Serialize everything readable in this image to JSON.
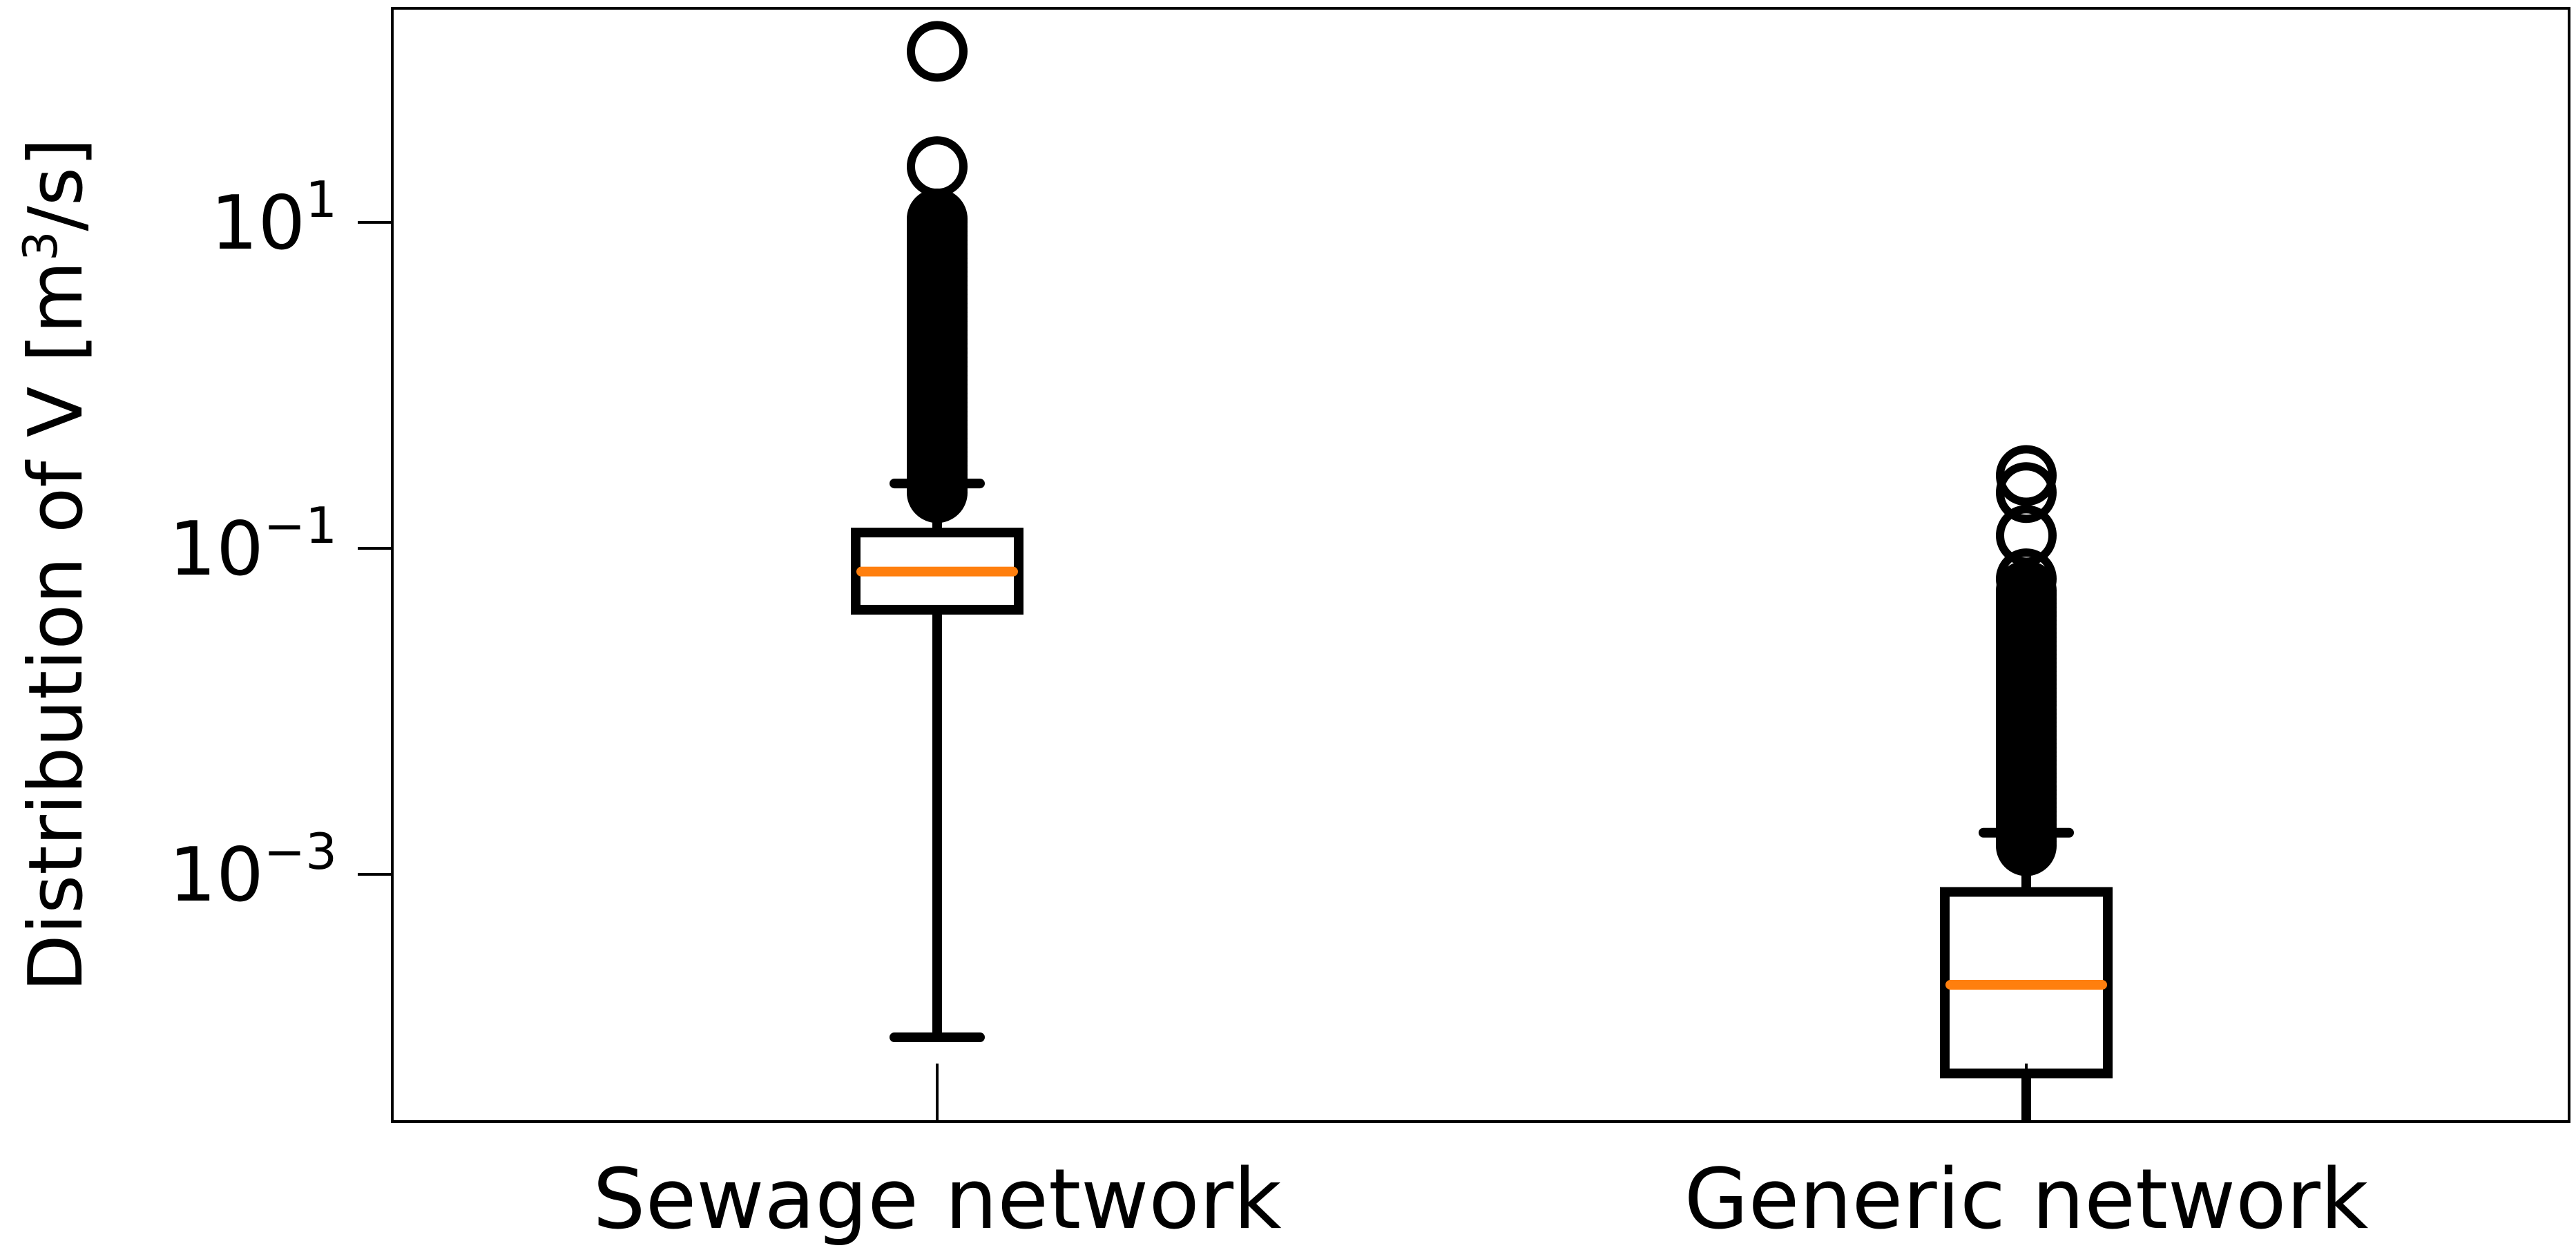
{
  "chart_data": {
    "type": "box",
    "title": "",
    "xlabel": "",
    "ylabel_parts": {
      "prefix": "Distribution of ",
      "symbol": "V",
      "unit_open": " [m",
      "unit_exp": "3",
      "unit_close": "/s]"
    },
    "yscale": "log",
    "ylim": [
      3e-05,
      300
    ],
    "yticks": [
      {
        "value": 10,
        "base": "10",
        "exp": "1"
      },
      {
        "value": 0.1,
        "base": "10",
        "exp": "−1"
      },
      {
        "value": 0.001,
        "base": "10",
        "exp": "−3"
      }
    ],
    "grid": false,
    "legend": "none",
    "colors": {
      "box": "#000000",
      "median": "#ff7f0e"
    },
    "categories": [
      "Sewage network",
      "Generic network"
    ],
    "boxes": [
      {
        "name": "Sewage network",
        "q1": 0.042,
        "median": 0.072,
        "q3": 0.125,
        "whisker_low": 0.0001,
        "whisker_high": 0.25,
        "outliers_dense_range": [
          0.22,
          10
        ],
        "outliers_sparse": [
          10.5,
          22,
          112
        ]
      },
      {
        "name": "Generic network",
        "q1": 6e-05,
        "median": 0.00021,
        "q3": 0.00078,
        "whisker_low": 3e-05,
        "whisker_high": 0.0018,
        "outliers_dense_range": [
          0.0015,
          0.055
        ],
        "outliers_sparse": [
          0.065,
          0.12,
          0.22,
          0.28
        ]
      }
    ]
  }
}
